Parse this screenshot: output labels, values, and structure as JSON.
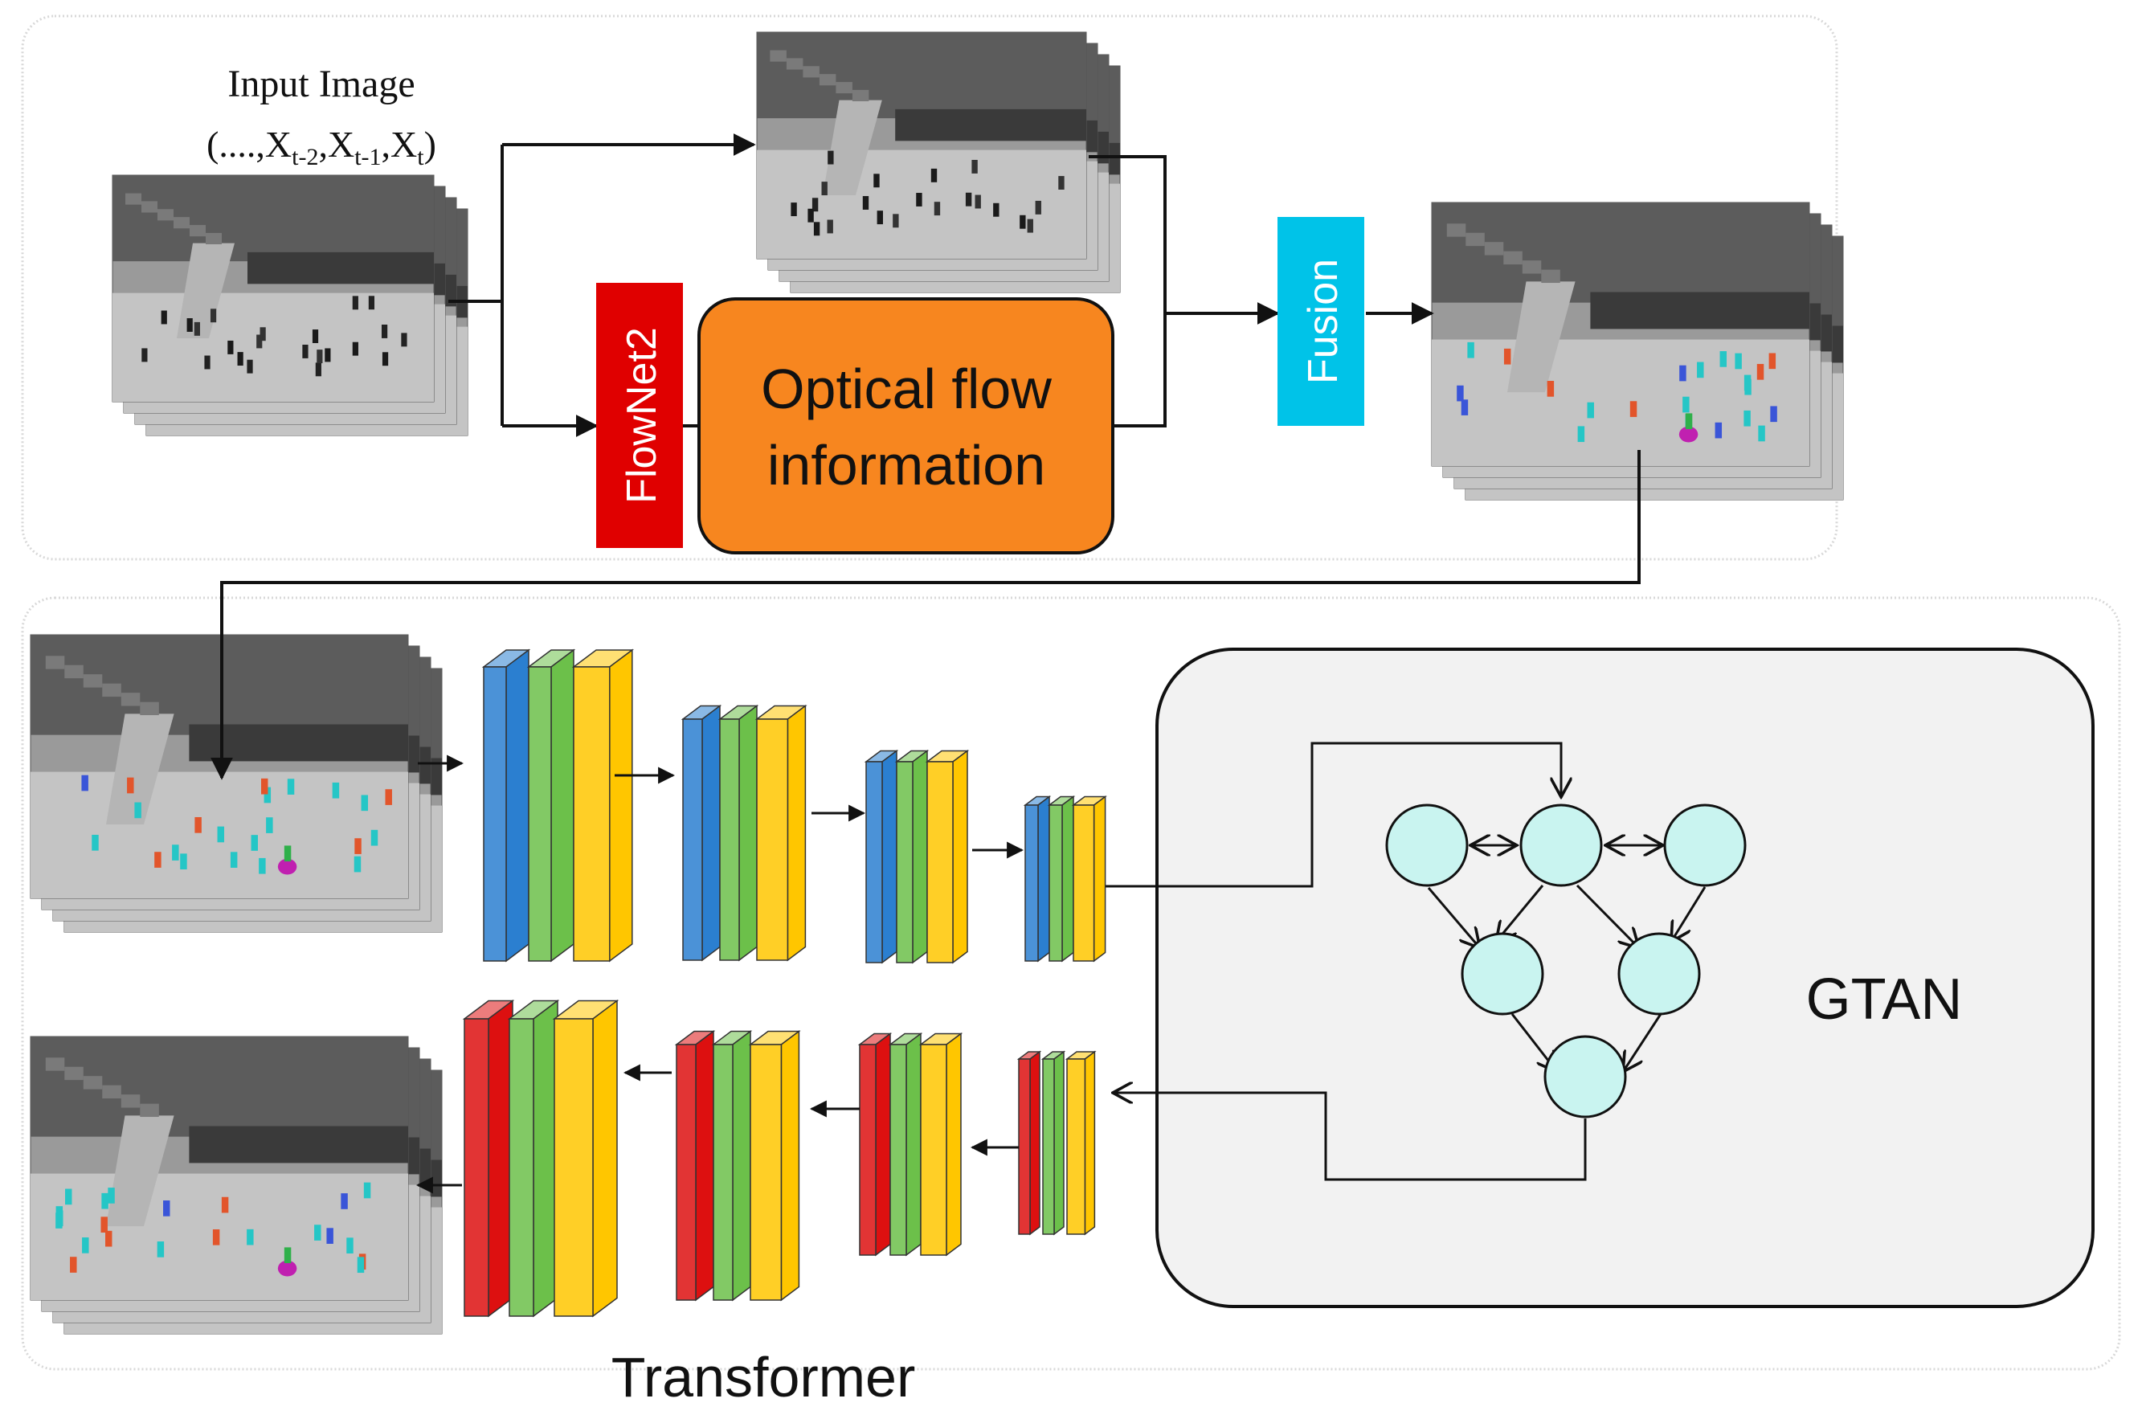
{
  "input_label": {
    "title": "Input Image",
    "sequence": [
      "(....,X",
      "t-2",
      ",X",
      "t-1",
      ",X",
      "t",
      ")"
    ]
  },
  "flownet_label": "FlowNet2",
  "optical_flow_lines": [
    "Optical flow",
    "information"
  ],
  "fusion_label": "Fusion",
  "gtan_label": "GTAN",
  "transformer_label": "Transformer",
  "colors": {
    "flownet_red": "#e00000",
    "optical_orange": "#f7861f",
    "fusion_cyan": "#00c3e8",
    "node_fill": "#c9f4f0",
    "panel_fill": "#f2f2f2",
    "block_blue": "#2b7fd0",
    "block_green": "#6cc04a",
    "block_yellow": "#ffc600",
    "block_red": "#dd1010"
  },
  "encoder_stages": [
    [
      "blue",
      "green",
      "yellow"
    ],
    [
      "blue",
      "green",
      "yellow"
    ],
    [
      "blue",
      "green",
      "yellow"
    ],
    [
      "blue",
      "green",
      "yellow"
    ]
  ],
  "decoder_stages": [
    [
      "red",
      "green",
      "yellow"
    ],
    [
      "red",
      "green",
      "yellow"
    ],
    [
      "red",
      "green",
      "yellow"
    ],
    [
      "red",
      "green",
      "yellow"
    ]
  ]
}
